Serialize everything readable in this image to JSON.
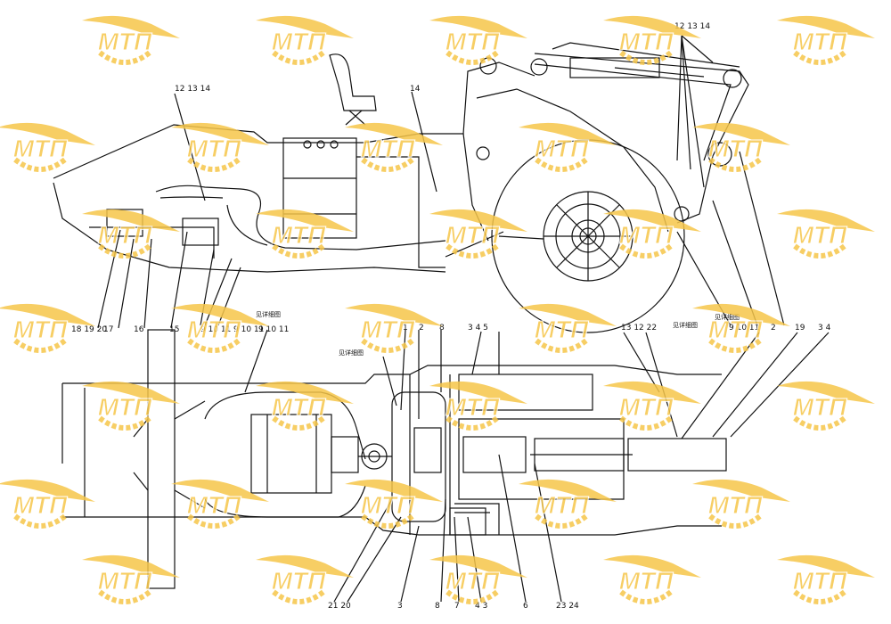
{
  "watermark": {
    "text": "МТП",
    "color": "#f6c64a"
  },
  "callouts_top": [
    "12 13 14",
    "18 19 20",
    "14",
    "19",
    "17",
    "16",
    "15",
    "9 10 11"
  ],
  "callouts_mid": [
    "12 13 14",
    "1",
    "2",
    "8",
    "3 4 5",
    "13 12 22",
    "2",
    "19",
    "3 4",
    "9 10 11"
  ],
  "callouts_bottom": [
    "21 20",
    "3",
    "8",
    "7",
    "4 3",
    "6",
    "23 24"
  ],
  "chinese_labels": [
    "见详细图",
    "见详细图",
    "见详细图",
    "见详细图"
  ],
  "colors": {
    "line": "#111111",
    "watermark": "#f6c64a",
    "background": "#ffffff"
  }
}
